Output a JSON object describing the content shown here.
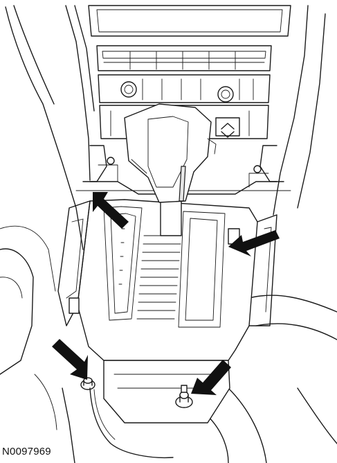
{
  "figure": {
    "reference_code": "N0097969",
    "arrow_color": "#111111",
    "line_color": "#1a1a1a",
    "background": "#ffffff",
    "components": [
      "center-console",
      "radio-unit",
      "climate-control-panel",
      "gear-selector-lever",
      "shifter-bezel",
      "shifter-bezel-retainer",
      "shifter-bezel-fastener-left",
      "shifter-bezel-fastener-right"
    ],
    "callout_arrows": [
      "shifter-bezel-retainer-left",
      "shifter-bezel-retainer-right",
      "shifter-bezel-fastener-left",
      "shifter-bezel-fastener-right"
    ]
  }
}
